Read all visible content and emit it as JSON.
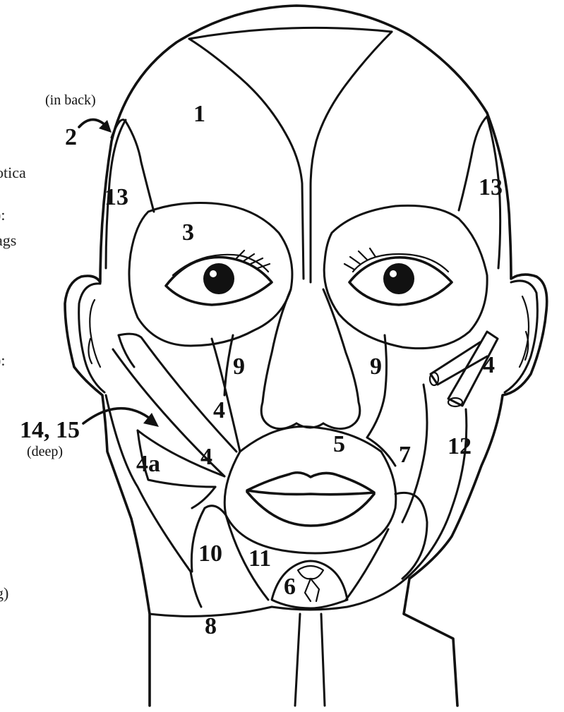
{
  "cut_text": {
    "line1": "otica",
    "line2": "):",
    "line3": "ags",
    "line4": "):",
    "line5": "g)"
  },
  "labels": {
    "l1": "1",
    "l2": "2",
    "in_back": "(in back)",
    "l3": "3",
    "l13_left": "13",
    "l13_right": "13",
    "l9_left": "9",
    "l9_right": "9",
    "l4_upper": "4",
    "l4_lower": "4",
    "l4_right": "4",
    "l4a": "4a",
    "l14_15": "14, 15",
    "deep": "(deep)",
    "l5": "5",
    "l7": "7",
    "l12": "12",
    "l10": "10",
    "l11": "11",
    "l6": "6",
    "l8": "8"
  }
}
